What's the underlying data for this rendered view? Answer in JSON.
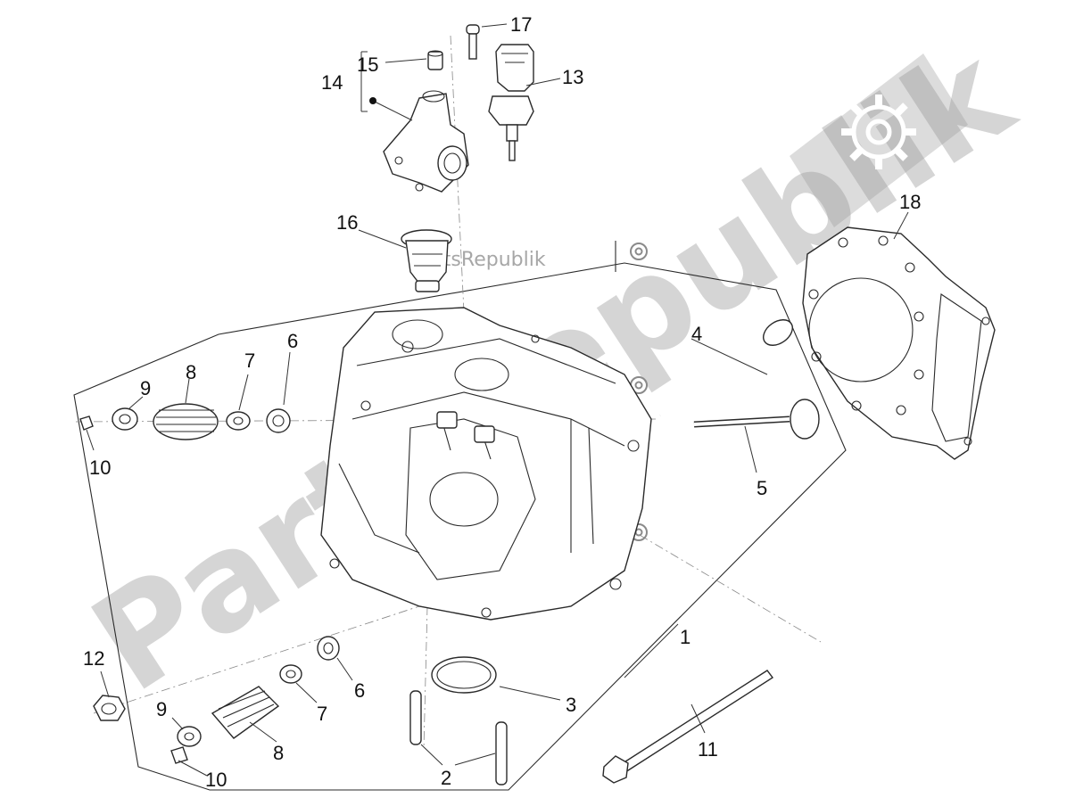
{
  "watermark": {
    "big_text": "PartsRepublik",
    "small_text": "PartsRepublik"
  },
  "callouts": [
    {
      "id": "c1",
      "label": "1"
    },
    {
      "id": "c2",
      "label": "2"
    },
    {
      "id": "c3",
      "label": "3"
    },
    {
      "id": "c4",
      "label": "4"
    },
    {
      "id": "c5",
      "label": "5"
    },
    {
      "id": "c6a",
      "label": "6"
    },
    {
      "id": "c6b",
      "label": "6"
    },
    {
      "id": "c7a",
      "label": "7"
    },
    {
      "id": "c7b",
      "label": "7"
    },
    {
      "id": "c8a",
      "label": "8"
    },
    {
      "id": "c8b",
      "label": "8"
    },
    {
      "id": "c9a",
      "label": "9"
    },
    {
      "id": "c9b",
      "label": "9"
    },
    {
      "id": "c10a",
      "label": "10"
    },
    {
      "id": "c10b",
      "label": "10"
    },
    {
      "id": "c11",
      "label": "11"
    },
    {
      "id": "c12",
      "label": "12"
    },
    {
      "id": "c13",
      "label": "13"
    },
    {
      "id": "c14",
      "label": "14"
    },
    {
      "id": "c15",
      "label": "15"
    },
    {
      "id": "c16",
      "label": "16"
    },
    {
      "id": "c17",
      "label": "17"
    },
    {
      "id": "c18",
      "label": "18"
    }
  ],
  "colors": {
    "line": "#2a2a2a",
    "watermark": "#9a9a9a",
    "background": "#ffffff"
  },
  "icons": [
    "gear-icon"
  ]
}
